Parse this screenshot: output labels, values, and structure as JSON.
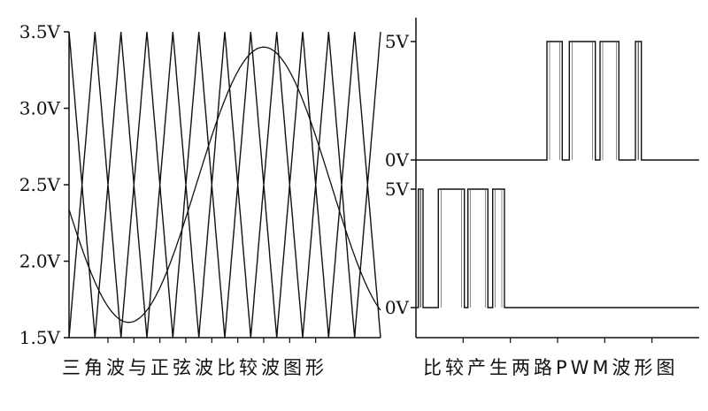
{
  "chart_data": [
    {
      "type": "line",
      "title": "三角波与正弦波比较波图形",
      "xlabel": "",
      "ylabel": "",
      "ylim": [
        1.5,
        3.5
      ],
      "y_ticks": [
        {
          "value": 3.5,
          "label": "3.5V"
        },
        {
          "value": 3.0,
          "label": "3.0V"
        },
        {
          "value": 2.5,
          "label": "2.5V"
        },
        {
          "value": 2.0,
          "label": "2.0V"
        },
        {
          "value": 1.5,
          "label": "1.5V"
        }
      ],
      "x_range": [
        0,
        12
      ],
      "grid": false,
      "series": [
        {
          "kind": "triangle",
          "values": {
            "min": 2.5,
            "max": 3.5,
            "period": 1.0,
            "phase": 0.5,
            "start": 0.0,
            "end": 12.0
          }
        },
        {
          "kind": "triangle",
          "values": {
            "min": 1.5,
            "max": 2.5,
            "period": 1.0,
            "phase": 0.0,
            "start": 0.0,
            "end": 12.0
          }
        },
        {
          "kind": "sine",
          "values": {
            "center": 2.5,
            "amplitude": 0.9,
            "period": 10.4,
            "x_at_min": 2.3,
            "start": 0.0,
            "end": 12.0
          }
        }
      ]
    },
    {
      "type": "line",
      "title": "比较产生两路PWM波形图",
      "xlabel": "",
      "ylabel": "",
      "y_ticks": [
        {
          "value": 5,
          "label": "5V"
        },
        {
          "value": 0,
          "label": "0V"
        }
      ],
      "x_range": [
        0,
        12
      ],
      "grid": false,
      "series": [
        {
          "kind": "pwm",
          "high": 5,
          "low": 0,
          "high_intervals": [
            [
              5.55,
              6.2
            ],
            [
              6.5,
              7.6
            ],
            [
              7.8,
              8.6
            ],
            [
              9.3,
              9.55
            ]
          ]
        },
        {
          "kind": "pwm",
          "high": 5,
          "low": 0,
          "high_intervals": [
            [
              0.1,
              0.3
            ],
            [
              0.95,
              2.05
            ],
            [
              2.2,
              3.05
            ],
            [
              3.25,
              3.75
            ]
          ]
        }
      ]
    }
  ]
}
